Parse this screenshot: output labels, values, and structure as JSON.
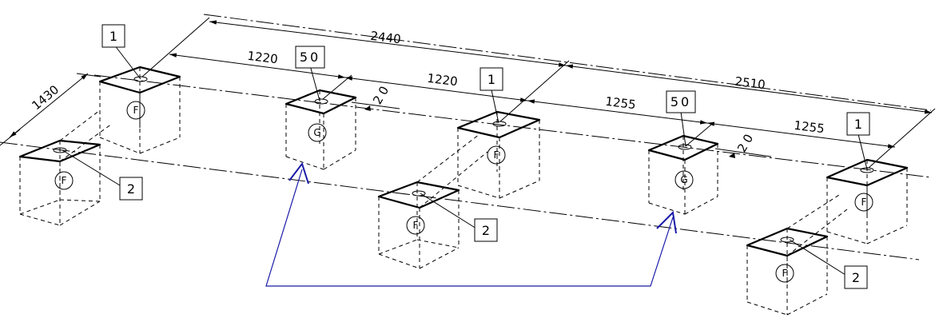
{
  "dimensions": {
    "overall_left": "2440",
    "overall_right": "2510",
    "span_left_1": "1220",
    "span_left_2": "1220",
    "span_right_1": "1255",
    "span_right_2": "1255",
    "depth": "1430",
    "offset_left": "20",
    "offset_right": "20"
  },
  "labels": {
    "item_1": "1",
    "item_2": "2",
    "item_50": "50"
  },
  "blocks": {
    "type_f": "F",
    "type_g": "G"
  },
  "colors": {
    "lines": "#000000",
    "arrow": "#1a1aa8"
  }
}
